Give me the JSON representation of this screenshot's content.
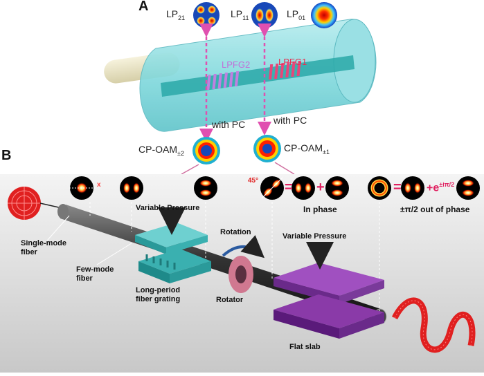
{
  "panelA": {
    "label": "A",
    "modes": [
      {
        "name": "LP",
        "sub": "21"
      },
      {
        "name": "LP",
        "sub": "11"
      },
      {
        "name": "LP",
        "sub": "01"
      }
    ],
    "grating1": "LPFG1",
    "grating2": "LPFG2",
    "with_pc_1": "with PC",
    "with_pc_2": "with PC",
    "oam_left": {
      "name": "CP-OAM",
      "sub": "±2"
    },
    "oam_right": {
      "name": "CP-OAM",
      "sub": "±1"
    }
  },
  "panelB": {
    "label": "B",
    "axis_x": "x",
    "angle": "45°",
    "eq1": "=",
    "plus1": "+",
    "eq2": "=",
    "plus_phase": "+e",
    "phase_exp": "±iπ/2",
    "in_phase": "In phase",
    "out_phase": "±π/2 out of phase",
    "variable_pressure_1": "Variable  Pressure",
    "variable_pressure_2": "Variable  Pressure",
    "rotation": "Rotation",
    "single_mode": [
      "Single-mode",
      "fiber"
    ],
    "few_mode": [
      "Few-mode",
      "fiber"
    ],
    "lpfg": [
      "Long-period",
      "fiber grating"
    ],
    "rotator": "Rotator",
    "flat_slab": "Flat slab"
  },
  "colors": {
    "cladding": "#7fd8dc",
    "core": "#2aa8a8",
    "grating1": "#e8477a",
    "grating2": "#c080e0",
    "pink_arrow": "#e050b0",
    "slab_purple": "#8a3aa8",
    "slab_teal": "#3ab0b0",
    "rotator": "#d07890",
    "beam_red": "#e02020"
  }
}
